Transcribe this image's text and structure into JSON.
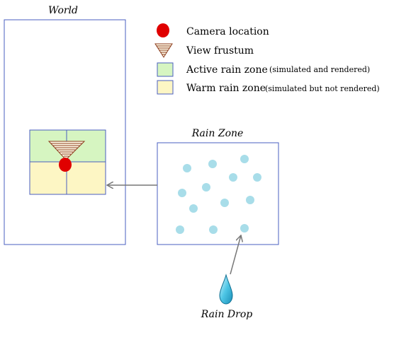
{
  "world": {
    "title": "World"
  },
  "rain_zone": {
    "title": "Rain Zone"
  },
  "rain_drop": {
    "label": "Rain Drop"
  },
  "legend": {
    "camera": {
      "label": "Camera location"
    },
    "frustum": {
      "label": "View frustum"
    },
    "active": {
      "label": "Active rain zone",
      "note": "(simulated and rendered)"
    },
    "warm": {
      "label": "Warm rain zone",
      "note": "(simulated but not rendered)"
    }
  },
  "colors": {
    "border": "#4a5fc0",
    "active_fill": "#d6f5c1",
    "warm_fill": "#fdf6c4",
    "camera": "#e00000",
    "frustum": "#8b3a1a",
    "drop": "#a8dde9",
    "arrow": "#777777"
  }
}
